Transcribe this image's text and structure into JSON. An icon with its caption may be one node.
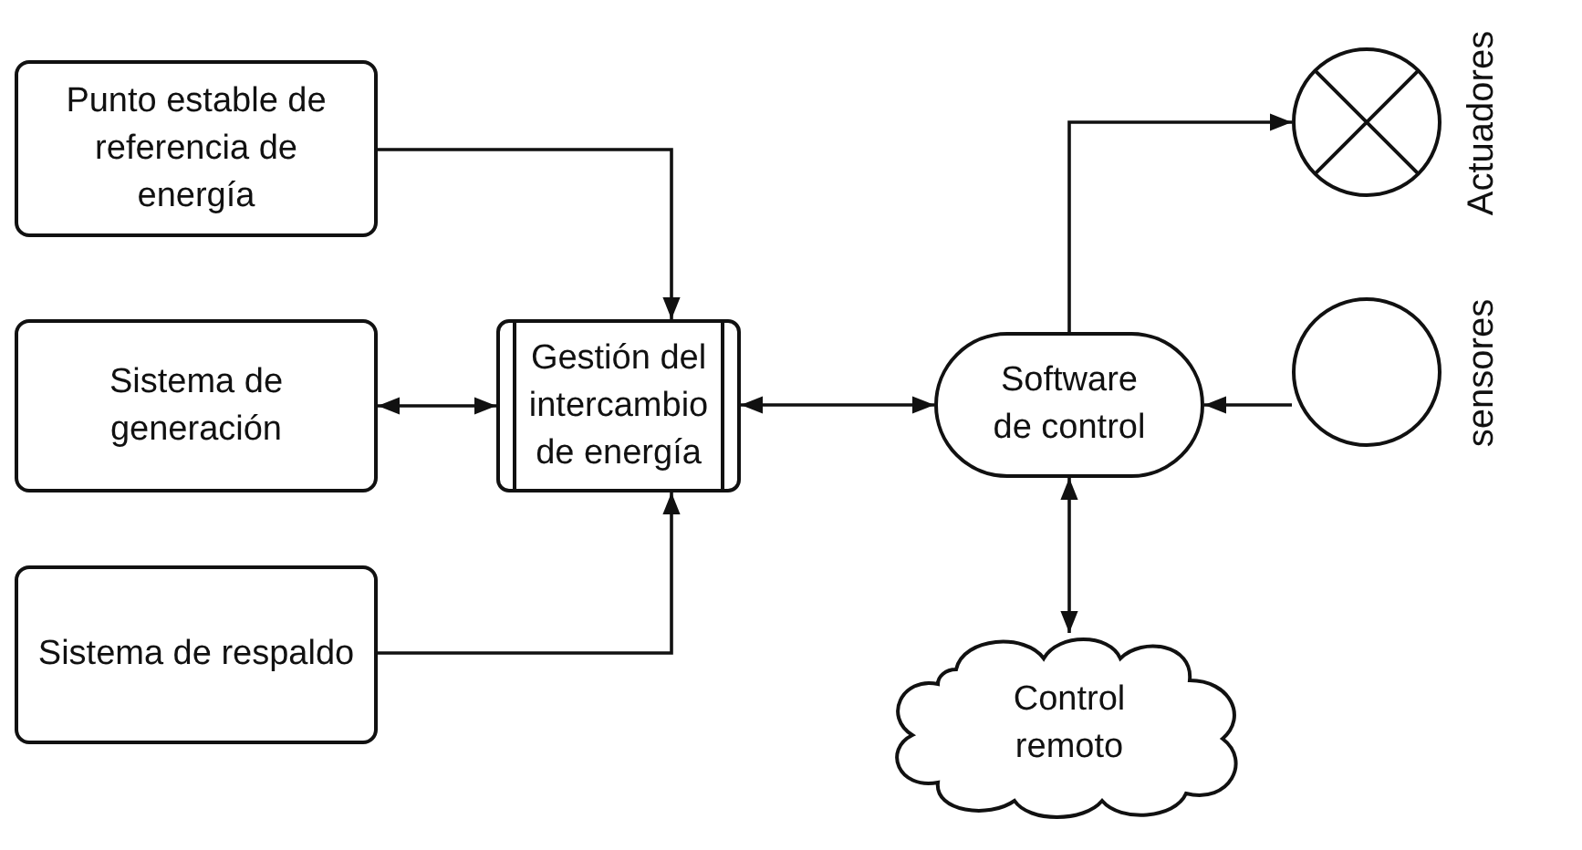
{
  "diagram": {
    "nodes": [
      {
        "text": [
          "Punto estable de referencia de energía"
        ]
      },
      {
        "text": [
          "Sistema de generación"
        ]
      },
      {
        "text": [
          "Gestión del intercambio de energía"
        ]
      },
      {
        "text": [
          "Sistema de respaldo"
        ]
      },
      {
        "text": [
          "Software de control"
        ]
      },
      {
        "text": [],
        "shape": "circle",
        "beside": [
          "Actuadores"
        ]
      },
      {
        "text": [],
        "shape": "circle",
        "beside": [
          "sensores"
        ]
      },
      {
        "text": [
          "Control remoto"
        ]
      }
    ],
    "edges": [
      {
        "from": 0,
        "to": 2,
        "arrow": "to"
      },
      {
        "from": 1,
        "to": 2,
        "arrow": "both"
      },
      {
        "from": 3,
        "to": 2,
        "arrow": "to"
      },
      {
        "from": 2,
        "to": 4,
        "arrow": "both"
      },
      {
        "from": 4,
        "to": 5,
        "arrow": "to"
      },
      {
        "from": 6,
        "to": 4,
        "arrow": "to"
      },
      {
        "from": 4,
        "to": 7,
        "arrow": "both"
      }
    ]
  }
}
